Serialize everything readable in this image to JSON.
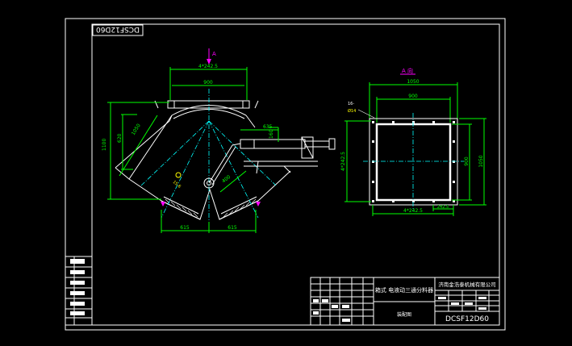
{
  "drawing": {
    "stamp": "DCSF12D60",
    "section_mark": "A",
    "view_label": "A 向",
    "colors": {
      "background": "#000000",
      "frame": "#ffffff",
      "outline": "#ffffff",
      "dimension": "#00ff00",
      "center": "#00ffff",
      "accent": "#ff00ff",
      "hatch": "#ffff00"
    },
    "left_view": {
      "dims": {
        "top_span": "4*242.5",
        "flange_width": "900",
        "height_outer": "1100",
        "height_inner": "620",
        "diag_upper": "1050",
        "diag_lower": "400",
        "arm_len": "635",
        "arm_height": "160",
        "pivot_label": "15.6",
        "outlet_left": "615",
        "outlet_right": "615"
      }
    },
    "right_view": {
      "dims": {
        "outer_width": "1050",
        "inner_width": "900",
        "bolt_note": "16-",
        "bolt_dia": "Ø14",
        "height_left": "4*242.5",
        "height_right": "900",
        "height_far": "1050",
        "bottom_span": "4*242.5",
        "corner_span": "242.5"
      }
    },
    "title_block": {
      "name": "箱式 电液动三通分料器",
      "company": "济南金浩泰机械有限公司",
      "subtitle": "装配图",
      "drawing_no": "DCSF12D60"
    }
  }
}
